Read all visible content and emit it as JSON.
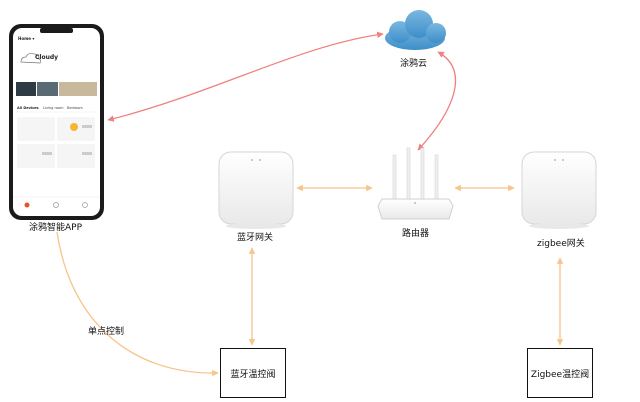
{
  "nodes": {
    "cloud": "涂鸦云",
    "app": "涂鸦智能APP",
    "bt_gateway": "蓝牙网关",
    "router": "路由器",
    "zigbee_gateway": "zigbee网关",
    "bt_valve": "蓝牙温控阀",
    "zigbee_valve": "Zigbee温控阀"
  },
  "edges": {
    "single_control": "单点控制"
  },
  "phone": {
    "home": "Home ▾",
    "weather": "Cloudy",
    "tab_all": "All Devices",
    "tab_living": "Living room",
    "tab_bedroom": "Bedroom"
  },
  "colors": {
    "cloud_link": "#f08080",
    "local_link": "#f7c48a"
  }
}
